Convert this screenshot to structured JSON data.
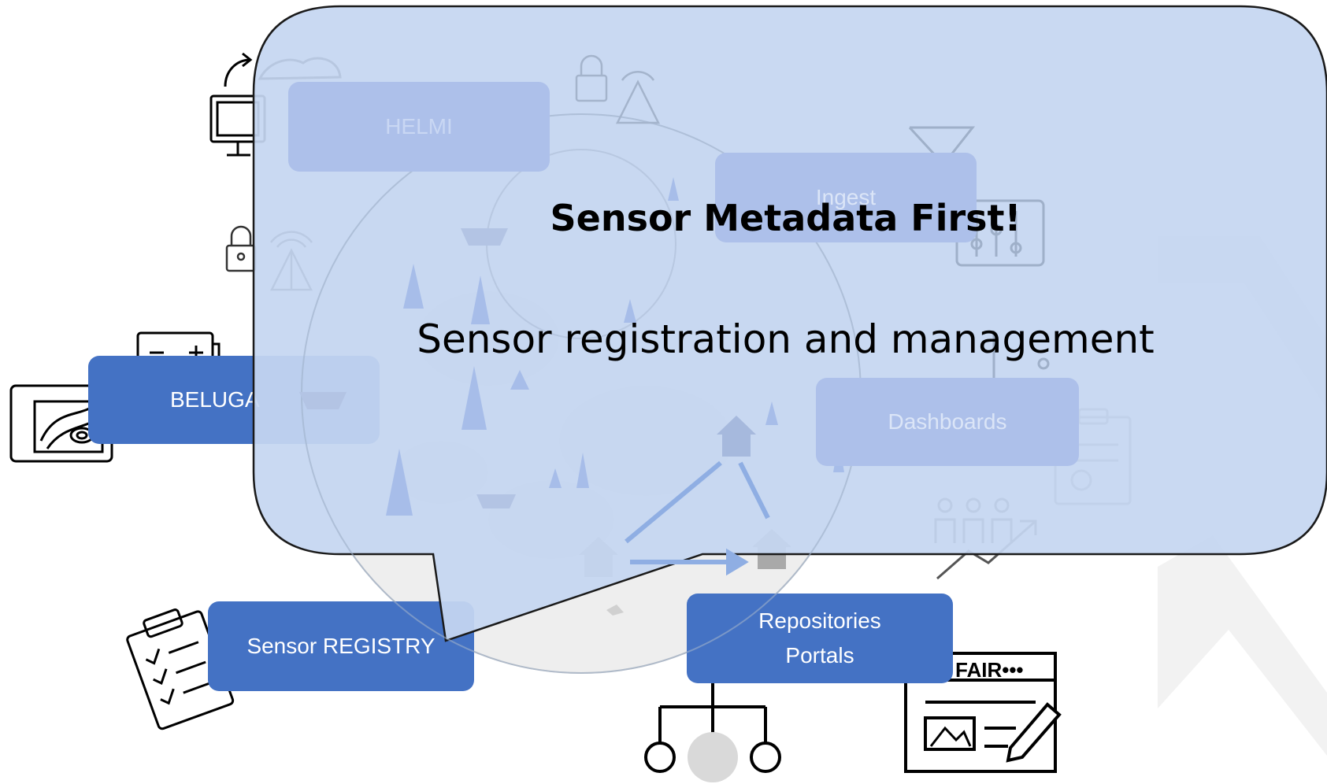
{
  "callout": {
    "title": "Sensor Metadata First!",
    "subtitle": "Sensor registration and management"
  },
  "boxes": {
    "helmi": "HELMI",
    "ingest": "Ingest",
    "beluga": "BELUGA",
    "dashboards": "Dashboards",
    "sensor_registry": "Sensor REGISTRY",
    "repositories_line1": "Repositories",
    "repositories_line2": "Portals"
  },
  "icons": {
    "fair_label": "FAIR•••"
  },
  "colors": {
    "box_blue": "#4472c4",
    "bubble_fill": "#c5d6f1",
    "bubble_stroke": "#1a1a1a"
  }
}
